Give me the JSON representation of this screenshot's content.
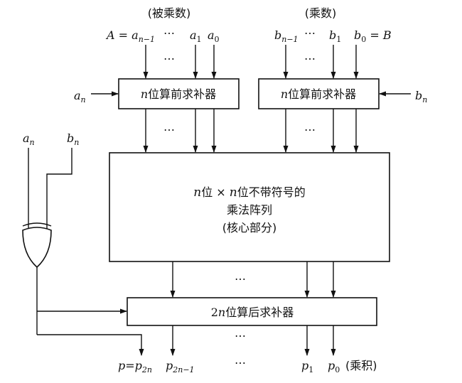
{
  "labels": {
    "multiplicand": "(被乘数)",
    "multiplier": "(乘数)",
    "product": "(乘积)",
    "dots": "⋯",
    "precomp_box": "n位算前求补器",
    "precomp_box_n": "n",
    "precomp_box_text": "位算前求补器",
    "core_line1_a": "n",
    "core_line1_b": "位 × ",
    "core_line1_c": "n",
    "core_line1_d": "位不带符号的",
    "core_line2": "乘法阵列",
    "core_line3": "(核心部分)",
    "postcomp_2": "2",
    "postcomp_n": "n",
    "postcomp_text": "位算后求补器"
  },
  "inputs": {
    "A": "A",
    "eq": " = ",
    "a": "a",
    "b": "b",
    "B": "B",
    "sub_n1": "n−1",
    "sub_1": "1",
    "sub_0": "0",
    "sub_n": "n"
  },
  "outputs": {
    "p": "p",
    "eq": "=",
    "sub_2n": "2n",
    "sub_2n1": "2n−1",
    "sub_1": "1",
    "sub_0": "0"
  }
}
